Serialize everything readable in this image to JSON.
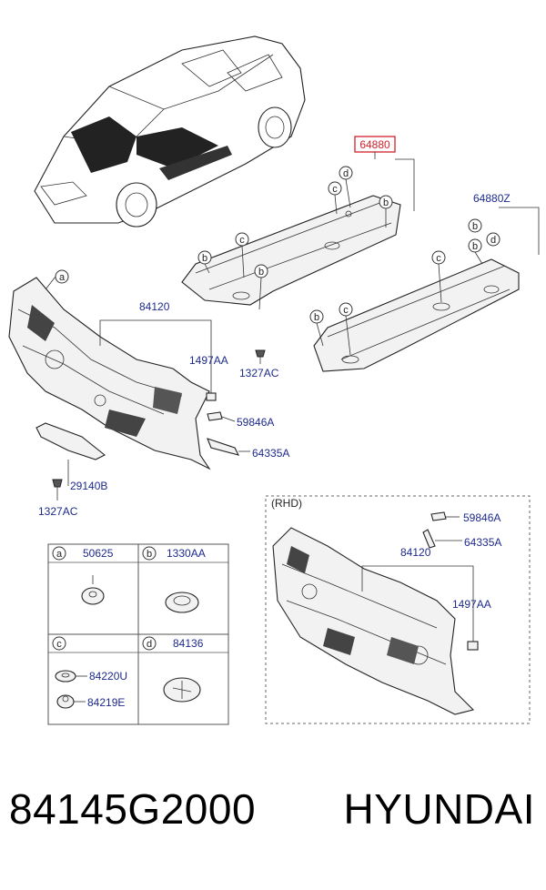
{
  "labels": {
    "p64880": "64880",
    "p64880Z": "64880Z",
    "p84120_lhd": "84120",
    "p1497AA_lhd": "1497AA",
    "p1327AC_top": "1327AC",
    "p59846A_lhd": "59846A",
    "p64335A_lhd": "64335A",
    "p29140B": "29140B",
    "p1327AC_bottom": "1327AC",
    "rhd_tag": "(RHD)",
    "p59846A_rhd": "59846A",
    "p64335A_rhd": "64335A",
    "p84120_rhd": "84120",
    "p1497AA_rhd": "1497AA"
  },
  "callouts": {
    "a": "a",
    "b": "b",
    "c": "c",
    "d": "d"
  },
  "legend": [
    {
      "letter": "a",
      "parts": [
        "50625"
      ]
    },
    {
      "letter": "b",
      "parts": [
        "1330AA"
      ]
    },
    {
      "letter": "c",
      "parts": [
        "84220U",
        "84219E"
      ]
    },
    {
      "letter": "d",
      "parts": [
        "84136"
      ]
    }
  ],
  "colors": {
    "label_blue": "#1d2a8c",
    "highlight_red": "#d0202a"
  },
  "caption": {
    "part_number": "84145G2000",
    "brand": "HYUNDAI"
  }
}
